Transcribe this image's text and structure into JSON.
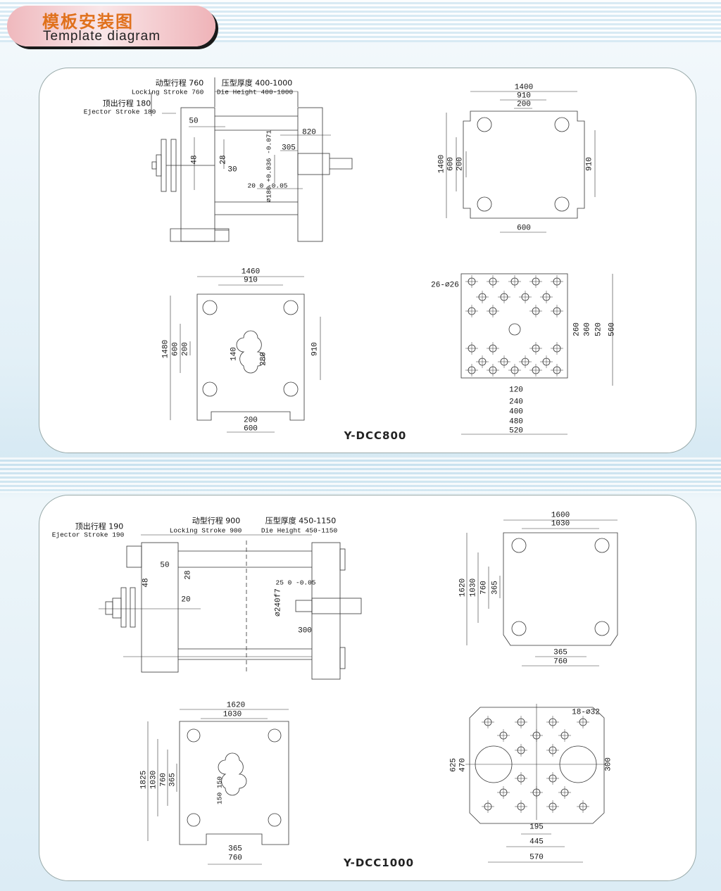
{
  "header": {
    "title_cn": "模板安装图",
    "title_en": "Template diagram"
  },
  "models": [
    {
      "name": "Y-DCC800",
      "side_view": {
        "locking_cn": "动型行程 760",
        "locking_en": "Locking Stroke 760",
        "die_height_cn": "压型厚度 400-1000",
        "die_height_en": "Die Height 400-1000",
        "ejector_cn": "顶出行程 180",
        "ejector_en": "Ejector Stroke 180",
        "dims": [
          "50",
          "48",
          "28",
          "30",
          "820",
          "305",
          "∅180 +0.036 -0.071",
          "20 0 -0.05"
        ]
      },
      "fixed_platen": {
        "dims": [
          "1400",
          "910",
          "200",
          "1400",
          "600",
          "200",
          "910",
          "600"
        ]
      },
      "moving_platen": {
        "dims": [
          "1460",
          "910",
          "1480",
          "600",
          "200",
          "140",
          "280",
          "910",
          "200",
          "600"
        ]
      },
      "ejector_plate": {
        "holes": "26-∅26",
        "dims": [
          "260",
          "360",
          "520",
          "560",
          "120",
          "240",
          "400",
          "480",
          "520"
        ]
      }
    },
    {
      "name": "Y-DCC1000",
      "side_view": {
        "locking_cn": "动型行程 900",
        "locking_en": "Locking Stroke 900",
        "die_height_cn": "压型厚度 450-1150",
        "die_height_en": "Die Height 450-1150",
        "ejector_cn": "顶出行程 190",
        "ejector_en": "Ejector Stroke 190",
        "dims": [
          "50",
          "48",
          "28",
          "20",
          "25 0 -0.05",
          "∅240f7",
          "300"
        ]
      },
      "fixed_platen": {
        "dims": [
          "1600",
          "1030",
          "1620",
          "1030",
          "760",
          "365",
          "365",
          "760"
        ]
      },
      "moving_platen": {
        "dims": [
          "1620",
          "1030",
          "1825",
          "1030",
          "760",
          "365",
          "150 150",
          "365",
          "760"
        ]
      },
      "ejector_plate": {
        "holes": "18-∅32",
        "dims": [
          "625",
          "470",
          "300",
          "195",
          "445",
          "570"
        ]
      }
    }
  ]
}
